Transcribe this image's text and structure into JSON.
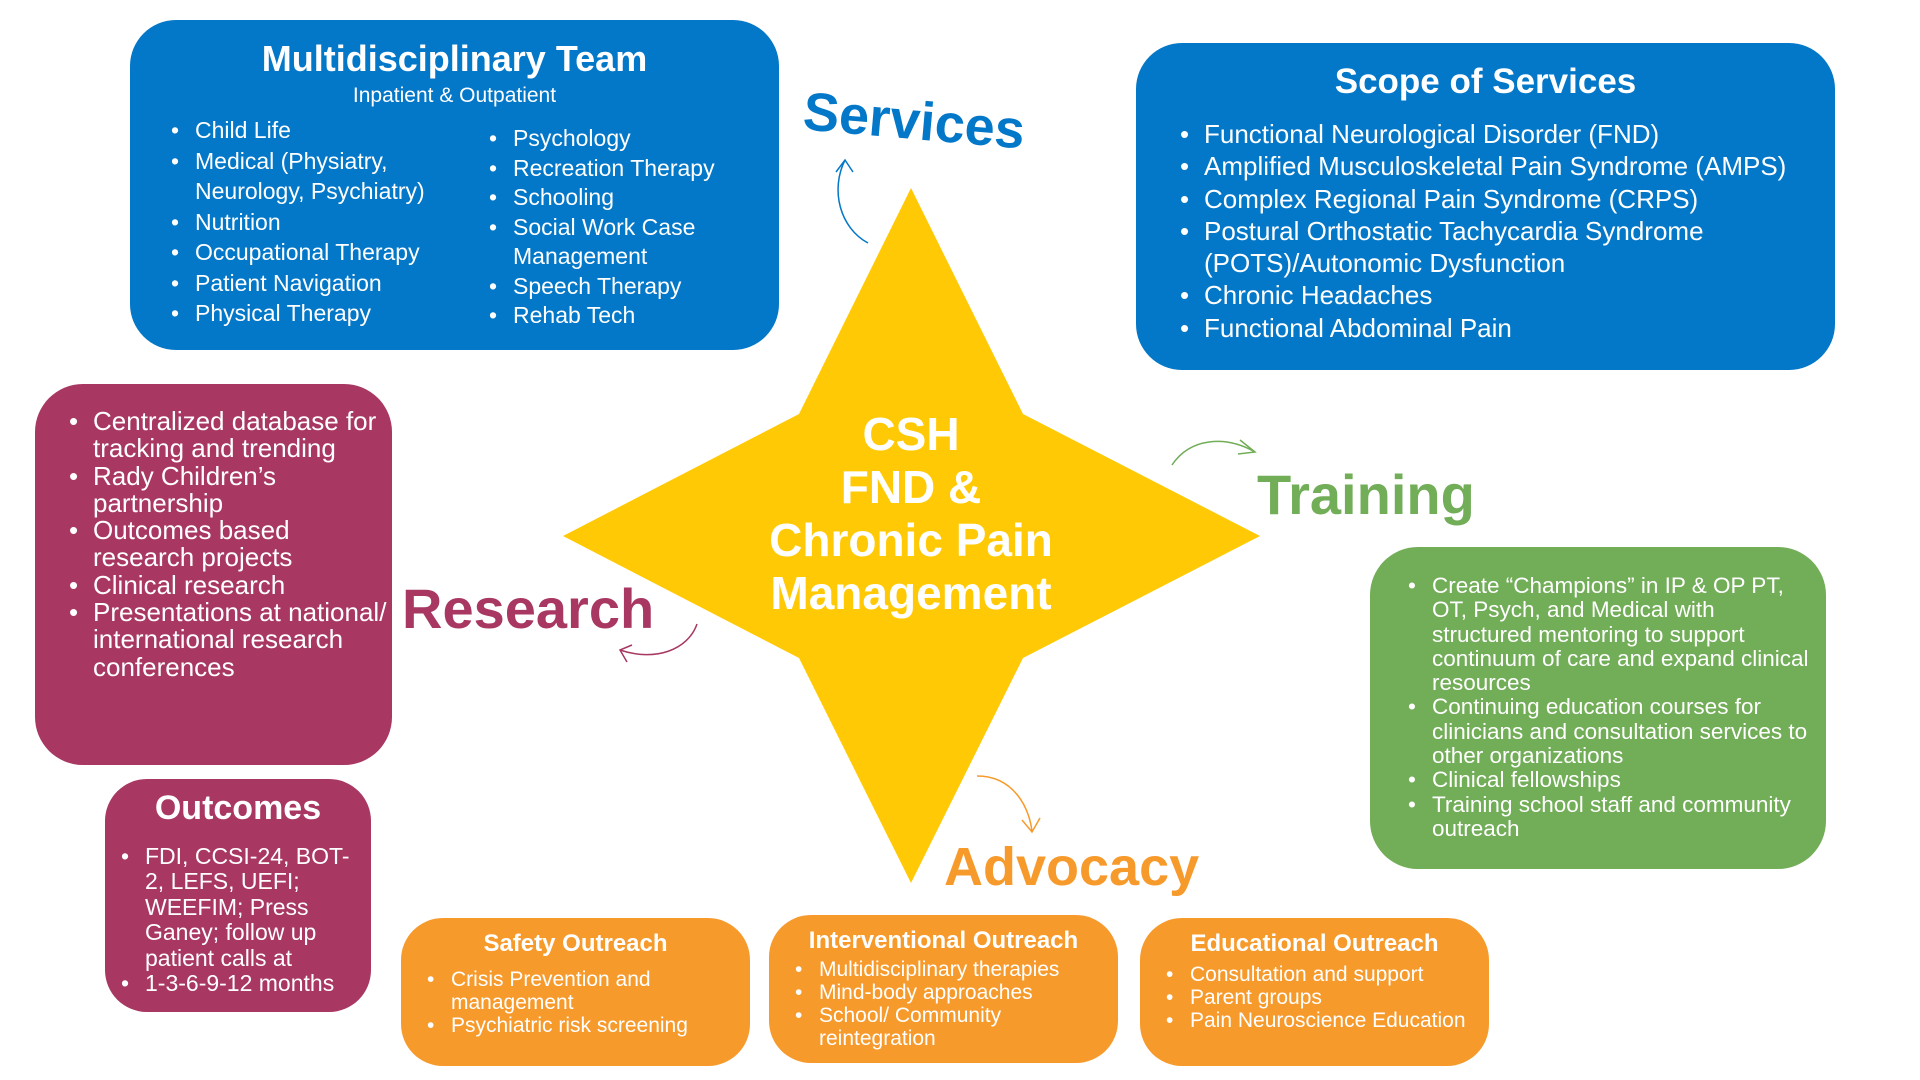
{
  "center": {
    "lines": [
      "CSH",
      "FND &",
      "Chronic Pain",
      "Management"
    ]
  },
  "colors": {
    "services_blue": "#0377C8",
    "research_maroon": "#A83762",
    "training_green": "#72AD58",
    "advocacy_orange": "#F79A2C",
    "star_yellow": "#FFCA05"
  },
  "labels": {
    "services": "Services",
    "training": "Training",
    "research": "Research",
    "advocacy": "Advocacy"
  },
  "multidisciplinary_team": {
    "title": "Multidisciplinary Team",
    "subtitle": "Inpatient & Outpatient",
    "column1": [
      "Child Life",
      "Medical (Physiatry, Neurology, Psychiatry)",
      "Nutrition",
      "Occupational Therapy",
      "Patient Navigation",
      "Physical Therapy"
    ],
    "column2": [
      "Psychology",
      "Recreation Therapy",
      "Schooling",
      "Social Work Case Management",
      "Speech Therapy",
      " Rehab Tech"
    ]
  },
  "scope_of_services": {
    "title": "Scope of Services",
    "items": [
      "Functional Neurological Disorder (FND)",
      "Amplified Musculoskeletal Pain Syndrome (AMPS)",
      "Complex Regional Pain Syndrome (CRPS)",
      "Postural Orthostatic Tachycardia Syndrome (POTS)/Autonomic Dysfunction",
      "Chronic Headaches",
      "Functional Abdominal Pain"
    ]
  },
  "research": {
    "items": [
      "Centralized database for tracking and trending",
      "Rady Children’s partnership",
      "Outcomes based research projects",
      "Clinical research",
      "Presentations at national/ international research conferences"
    ]
  },
  "outcomes": {
    "title": "Outcomes",
    "items": [
      "FDI, CCSI-24, BOT-2, LEFS, UEFI; WEEFIM; Press Ganey; follow up patient calls at",
      "1-3-6-9-12 months"
    ]
  },
  "training": {
    "items": [
      "Create “Champions” in IP & OP PT, OT, Psych, and Medical with structured mentoring to support continuum of care and expand clinical resources",
      "Continuing education courses for clinicians and consultation services to other organizations",
      "Clinical fellowships",
      "Training school staff and community outreach"
    ]
  },
  "advocacy": {
    "safety": {
      "title": "Safety Outreach",
      "items": [
        "Crisis Prevention and management",
        "Psychiatric risk screening"
      ]
    },
    "interventional": {
      "title": "Interventional Outreach",
      "items": [
        "Multidisciplinary therapies",
        "Mind-body approaches",
        "School/ Community reintegration"
      ]
    },
    "educational": {
      "title": "Educational Outreach",
      "items": [
        "Consultation and support",
        "Parent groups",
        "Pain Neuroscience Education"
      ]
    }
  }
}
